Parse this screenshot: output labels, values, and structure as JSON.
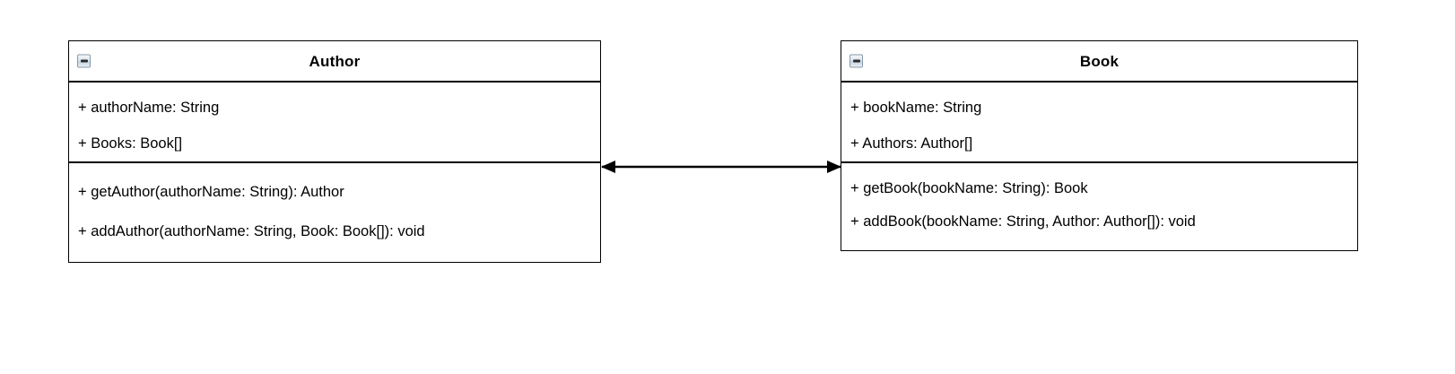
{
  "diagram": {
    "type": "uml-class-diagram",
    "background_color": "#ffffff",
    "line_color": "#000000"
  },
  "classes": [
    {
      "id": "author",
      "name": "Author",
      "collapse_icon": "minus-icon",
      "attributes": [
        "+ authorName: String",
        "+ Books: Book[]"
      ],
      "methods": [
        "+ getAuthor(authorName: String): Author",
        "+ addAuthor(authorName: String, Book: Book[]): void"
      ]
    },
    {
      "id": "book",
      "name": "Book",
      "collapse_icon": "minus-icon",
      "attributes": [
        "+ bookName: String",
        "+ Authors: Author[]"
      ],
      "methods": [
        "+ getBook(bookName: String): Book",
        "+ addBook(bookName: String, Author: Author[]): void"
      ]
    }
  ],
  "relationship": {
    "name": "association",
    "kind": "bidirectional-association",
    "source": "Author",
    "target": "Book",
    "source_arrowhead": "filled-triangle-left",
    "target_arrowhead": "filled-triangle-right",
    "label": ""
  }
}
